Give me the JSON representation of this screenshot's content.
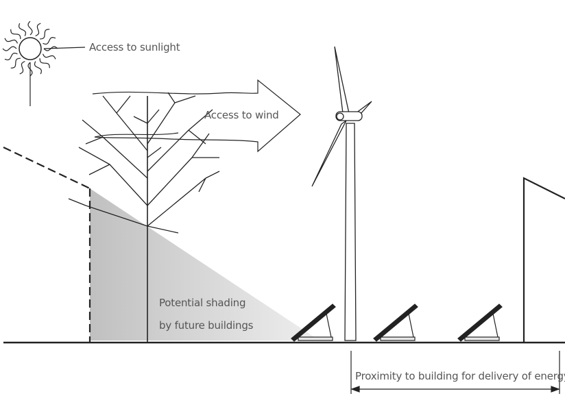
{
  "labels": {
    "sunlight": "Access to sunlight",
    "wind": "Access to wind",
    "shading_line1": "Potential shading",
    "shading_line2": "by future buildings",
    "proximity": "Proximity to building for delivery of energy"
  },
  "colors": {
    "stroke": "#222222",
    "shading": "#bdbdbd",
    "text": "#555555"
  }
}
